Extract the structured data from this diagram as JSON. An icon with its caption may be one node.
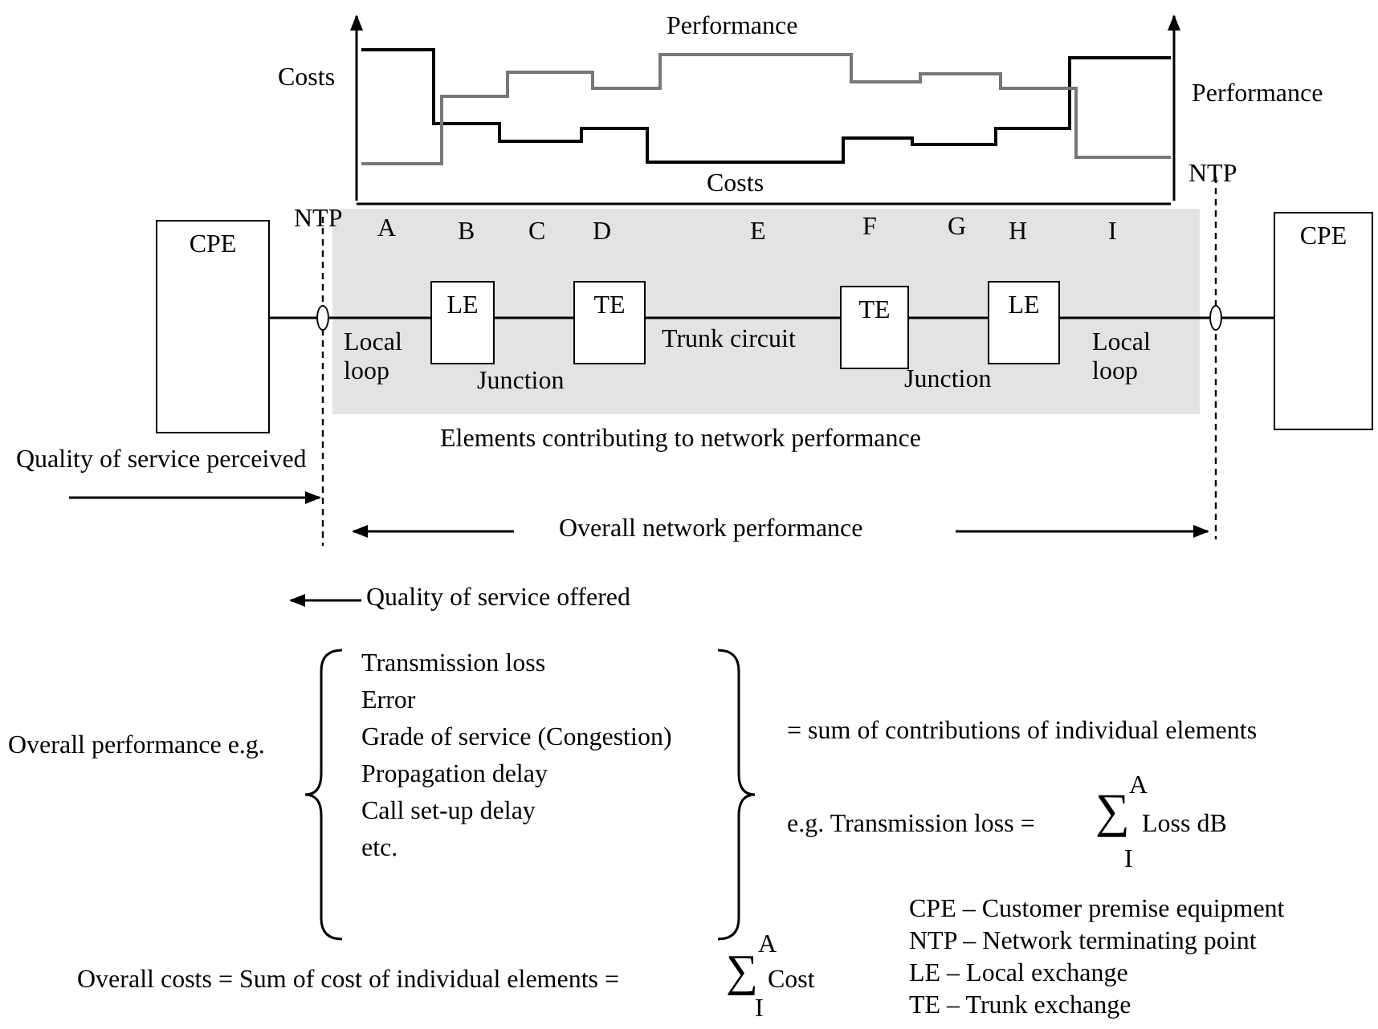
{
  "diagram": {
    "nodes": [
      {
        "text": [
          "CPE"
        ]
      },
      {
        "text": [],
        "shape": "circle"
      },
      {
        "text": [
          "Elements contributing to network performance"
        ]
      },
      {
        "text": [
          "LE"
        ],
        "in": 2
      },
      {
        "text": [
          "TE"
        ],
        "in": 2
      },
      {
        "text": [
          "TE"
        ],
        "in": 2
      },
      {
        "text": [
          "LE"
        ],
        "in": 2
      },
      {
        "text": [],
        "shape": "circle"
      },
      {
        "text": [
          "CPE"
        ]
      }
    ],
    "edges": [
      {
        "from": 0,
        "to": 1,
        "arrow": "none"
      },
      {
        "from": 1,
        "to": 3,
        "arrow": "none",
        "label": "Local loop"
      },
      {
        "from": 3,
        "to": 4,
        "arrow": "none",
        "label": "Junction"
      },
      {
        "from": 4,
        "to": 5,
        "arrow": "none",
        "label": "Trunk circuit"
      },
      {
        "from": 5,
        "to": 6,
        "arrow": "none",
        "label": "Junction"
      },
      {
        "from": 6,
        "to": 7,
        "arrow": "none",
        "label": "Local loop"
      },
      {
        "from": 7,
        "to": 8,
        "arrow": "none"
      }
    ],
    "labels": [
      "Costs",
      "Performance",
      "Performance",
      "Costs",
      "NTP",
      "NTP",
      "A",
      "B",
      "C",
      "D",
      "E",
      "F",
      "G",
      "H",
      "I",
      "Quality of service perceived",
      "Overall network performance",
      "Quality of service offered",
      "Overall performance e.g.",
      "Transmission loss",
      "Error",
      "Grade of service (Congestion)",
      "Propagation delay",
      "Call set-up delay",
      "etc.",
      "= sum of contributions of individual elements",
      "e.g. Transmission loss =",
      "A",
      "∑",
      "Loss dB",
      "I",
      "CPE – Customer premise equipment",
      "NTP – Network terminating point",
      "LE – Local exchange",
      "TE – Trunk exchange",
      "Overall costs = Sum of cost of individual elements =",
      "A",
      "∑",
      "Cost",
      "I"
    ]
  }
}
